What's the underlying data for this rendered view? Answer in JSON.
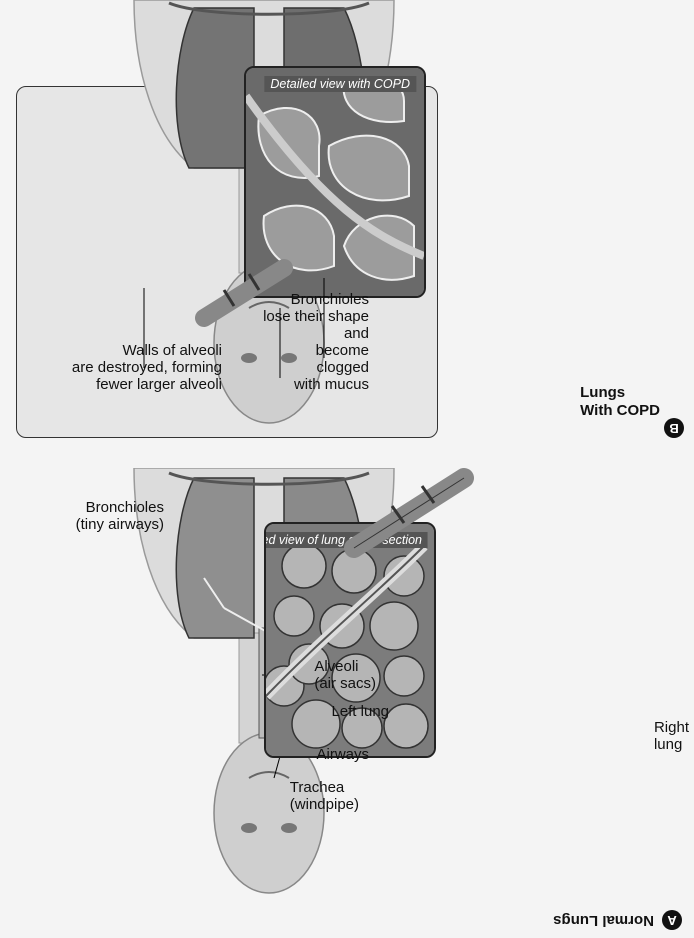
{
  "panel_a": {
    "badge": "A",
    "title": "Normal Lungs",
    "labels": {
      "bronchioles": "Bronchioles\n(tiny airways)",
      "alveoli": "Alveoli\n(air sacs)",
      "trachea": "Trachea\n(windpipe)",
      "airways": "Airways",
      "right_lung": "Right\nlung",
      "left_lung": "Left lung"
    },
    "detail_caption": "Detailed view of lung cross-section"
  },
  "panel_b": {
    "badge": "B",
    "title": "Lungs\nWith COPD",
    "labels": {
      "bronchioles": "Bronchioles\nlose their shape\nand\nbecome\nclogged\nwith mucus",
      "alveoli_walls": "Walls of alveoli\nare destroyed, forming\nfewer larger alveoli"
    },
    "detail_caption": "Detailed view with COPD"
  },
  "colors": {
    "outline": "#222222",
    "lung_fill": "#8a8a8a",
    "body_fill": "#dcdcdc",
    "panel_bg": "#e6e6e6",
    "zoom_bg": "#9a9a9a"
  }
}
